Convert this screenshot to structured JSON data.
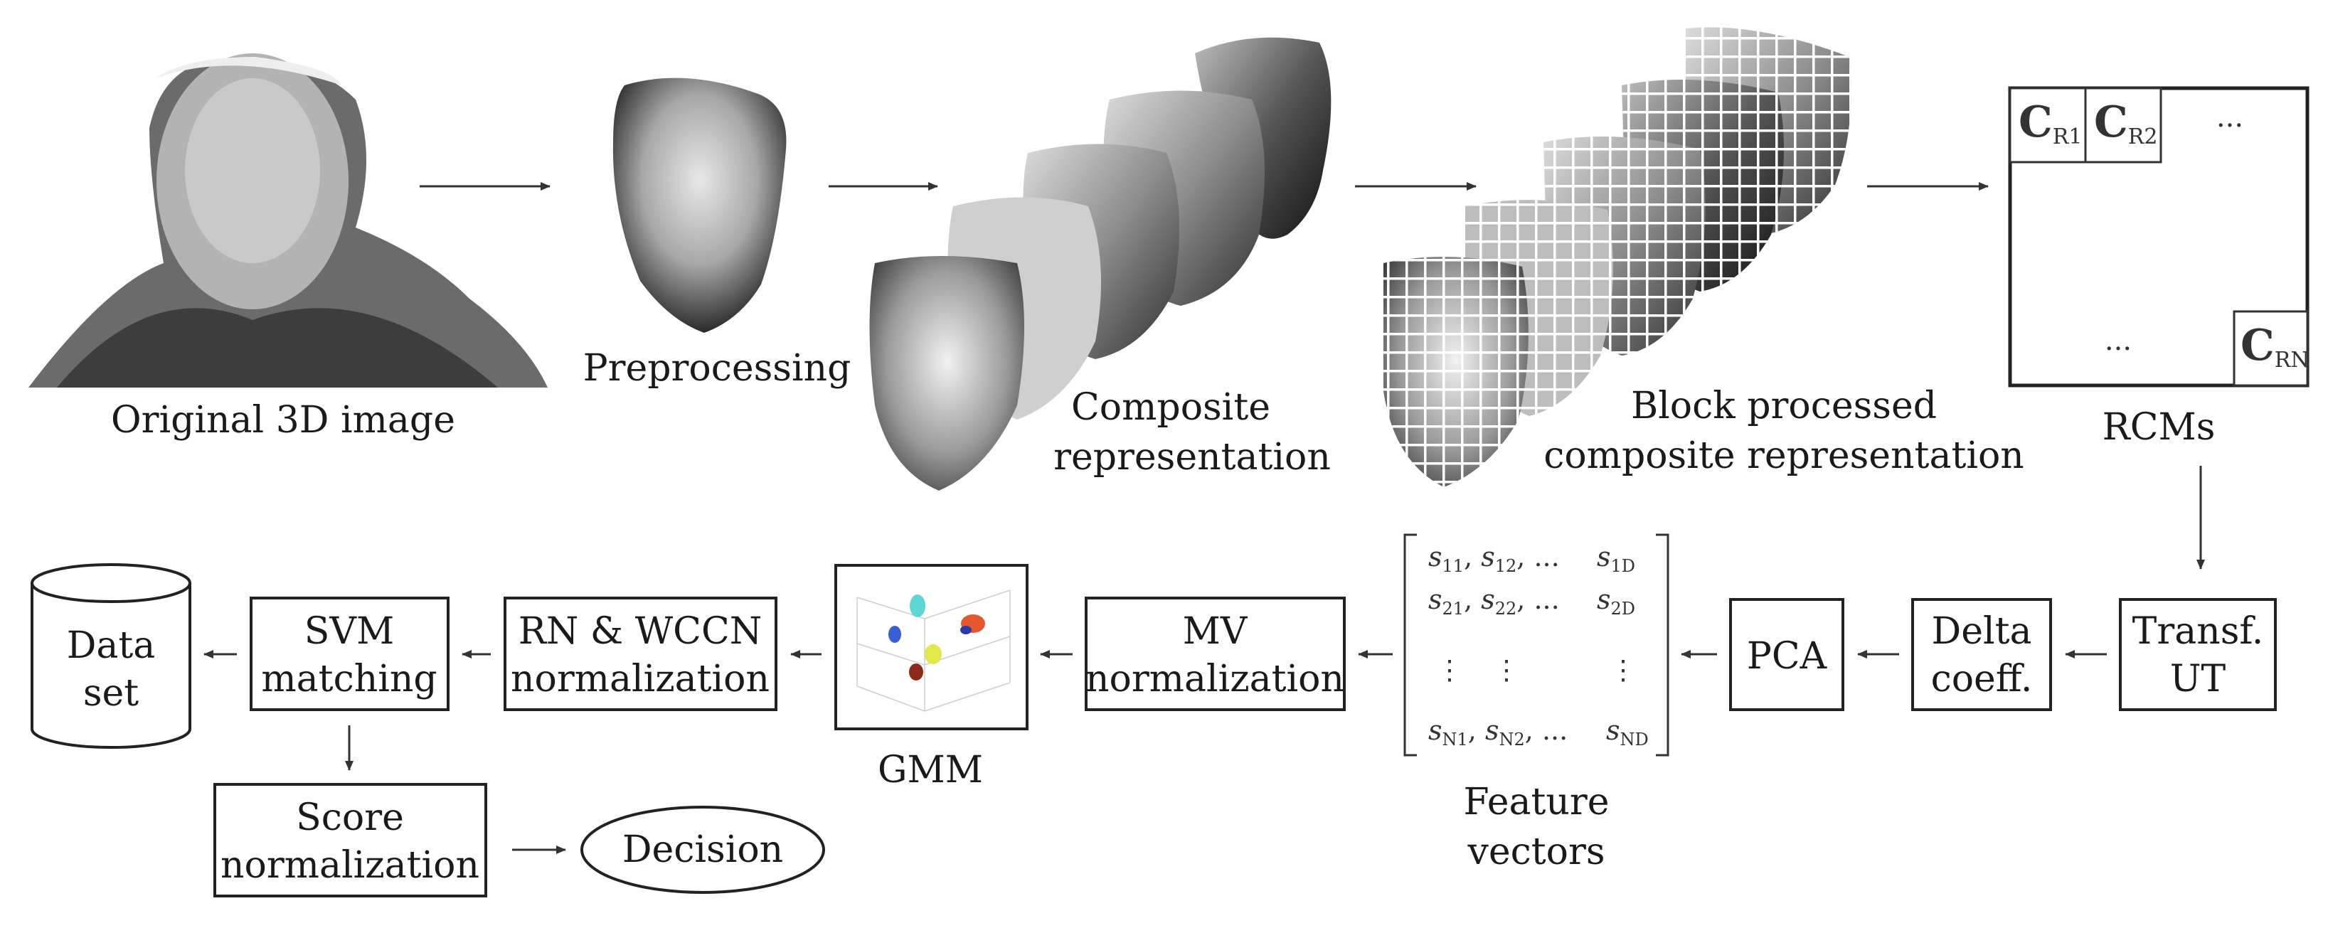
{
  "labels": {
    "original": "Original 3D image",
    "preprocessing": "Preprocessing",
    "composite_1": "Composite",
    "composite_2": "representation",
    "block_1": "Block processed",
    "block_2": "composite representation",
    "rcms": "RCMs",
    "feature_1": "Feature",
    "feature_2": "vectors",
    "gmm": "GMM"
  },
  "boxes": {
    "transf_1": "Transf.",
    "transf_2": "UT",
    "delta_1": "Delta",
    "delta_2": "coeff.",
    "pca": "PCA",
    "mv_1": "MV",
    "mv_2": "normalization",
    "rn_1": "RN & WCCN",
    "rn_2": "normalization",
    "svm_1": "SVM",
    "svm_2": "matching",
    "dataset_1": "Data",
    "dataset_2": "set",
    "score_1": "Score",
    "score_2": "normalization",
    "decision": "Decision"
  },
  "rcm": {
    "c_letter": "C",
    "c1_sub": "R1",
    "c2_sub": "R2",
    "cn_sub": "RN",
    "ellipsis": "..."
  },
  "matrix": {
    "r1": {
      "a": "s",
      "a_sub": "11",
      "b": "s",
      "b_sub": "12",
      "dots": "...",
      "c": "s",
      "c_sub": "1D"
    },
    "r2": {
      "a": "s",
      "a_sub": "21",
      "b": "s",
      "b_sub": "22",
      "dots": "...",
      "c": "s",
      "c_sub": "2D"
    },
    "vdots": "⋮",
    "rn": {
      "a": "s",
      "a_sub": "N1",
      "b": "s",
      "b_sub": "N2",
      "dots": "...",
      "c": "s",
      "c_sub": "ND"
    }
  }
}
